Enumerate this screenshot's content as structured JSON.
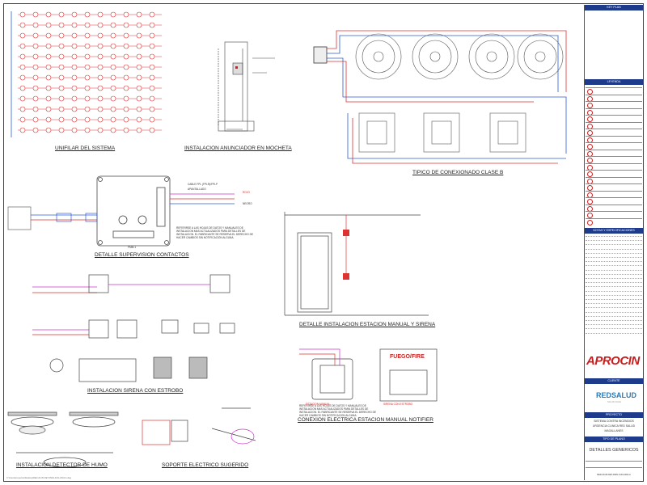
{
  "titles": {
    "unifilar": "UNIFILAR DEL SISTEMA",
    "anunciador": "INSTALACION ANUNCIADOR EN MOCHETA",
    "tipico": "TIPICO DE CONEXIONADO CLASE B",
    "supervision": "DETALLE SUPERVISION CONTACTOS",
    "estacion": "Detalle Instalacion Estacion Manual Y Sirena",
    "sirena": "INSTALACION SIRENA CON ESTROBO",
    "conexion": "CONEXION ELECTRICA ESTACION MANUAL NOTIFIER",
    "detector": "INSTALACION DETECTOR DE HUMO",
    "soporte": "SOPORTE ELECTRICO SUGERIDO"
  },
  "labels": {
    "cable_fpl": "CABLE FPL (FPLR)/FPLP",
    "apantallado": "APANTALLADO",
    "fmm": "FMM-1",
    "referirse_1": "REFERIRSE A LAS HOJAS DE DATOS Y MANUALES DE",
    "referirse_2": "INSTALACION MAS ACTUALIZADOS PARA DETALLES DE",
    "referirse_3": "INSTALACION. EL FABRICANTE SE RESERVA EL DERECHO DE",
    "referirse_4": "HACER CAMBIOS SIN NOTIFICACION ALGUNA.",
    "fuego": "FUEGO/FIRE",
    "sirena_estrobo": "SIRENA CON ESTROBO",
    "estacion_manual": "ESTACION MANUAL",
    "rojo": "ROJO",
    "negro": "NEGRO"
  },
  "title_block": {
    "key_plan": "KEY PLAN",
    "leyenda": "LEYENDA",
    "notas": "NOTAS Y ESPECIFICACIONES",
    "cliente": "CLIENTE",
    "proyecto": "PROYECTO",
    "proyecto_line1": "SISTEMA CONTRA INCENDIOS",
    "proyecto_line2": "URGENCIA CLINICA RED SALUD",
    "proyecto_line3": "MAGALLANES",
    "tipo_plano": "TIPO DE PLANO",
    "detalles": "DETALLES GENERICOS",
    "aprocin": "APROCIN",
    "redsalud": "REDSALUD",
    "redsalud_sub": "SALUD CHILE",
    "codigo": "RED-20-05-DET-DWG-FUN-2004-A"
  },
  "footer_path": "C:\\Users\\proyectos\\Desktop\\RED-20-05-DET-DWG-FUN-2004-A.dwg"
}
